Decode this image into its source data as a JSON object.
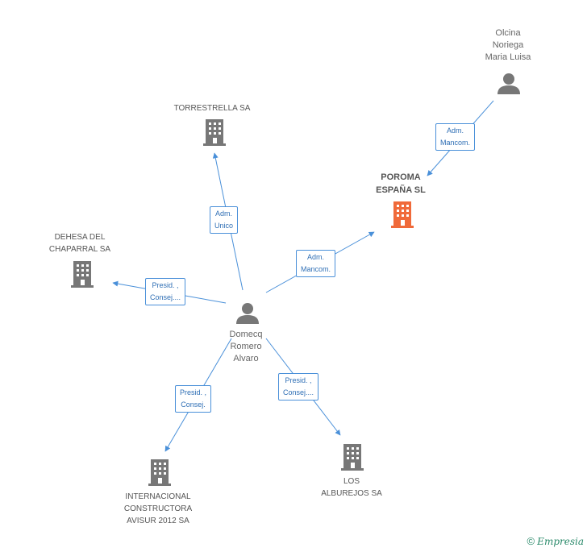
{
  "colors": {
    "edge": "#4a90d9",
    "company": "#777777",
    "focus_company": "#f06a3a",
    "person": "#777777"
  },
  "nodes": {
    "olcina": {
      "lines": [
        "Olcina",
        "Noriega",
        "Maria Luisa"
      ],
      "type": "person"
    },
    "poroma": {
      "lines": [
        "POROMA",
        "ESPAÑA SL"
      ],
      "type": "focus-company"
    },
    "torrestrella": {
      "lines": [
        "TORRESTRELLA SA"
      ],
      "type": "company"
    },
    "dehesa": {
      "lines": [
        "DEHESA DEL",
        "CHAPARRAL SA"
      ],
      "type": "company"
    },
    "domecq": {
      "lines": [
        "Domecq",
        "Romero",
        "Alvaro"
      ],
      "type": "person"
    },
    "internacional": {
      "lines": [
        "INTERNACIONAL",
        "CONSTRUCTORA",
        "AVISUR 2012 SA"
      ],
      "type": "company"
    },
    "alburejos": {
      "lines": [
        "LOS",
        "ALBUREJOS SA"
      ],
      "type": "company"
    }
  },
  "edges": {
    "olcina_poroma": {
      "lines": [
        "Adm.",
        "Mancom."
      ]
    },
    "domecq_torrestrella": {
      "lines": [
        "Adm.",
        "Unico"
      ]
    },
    "domecq_poroma": {
      "lines": [
        "Adm.",
        "Mancom."
      ]
    },
    "domecq_dehesa": {
      "lines": [
        "Presid. ,",
        "Consej...."
      ]
    },
    "domecq_internacional": {
      "lines": [
        "Presid. ,",
        "Consej."
      ]
    },
    "domecq_alburejos": {
      "lines": [
        "Presid. ,",
        "Consej...."
      ]
    }
  },
  "footer": {
    "copyright": "©",
    "brand_initial": "E",
    "brand_rest": "mpresia"
  }
}
